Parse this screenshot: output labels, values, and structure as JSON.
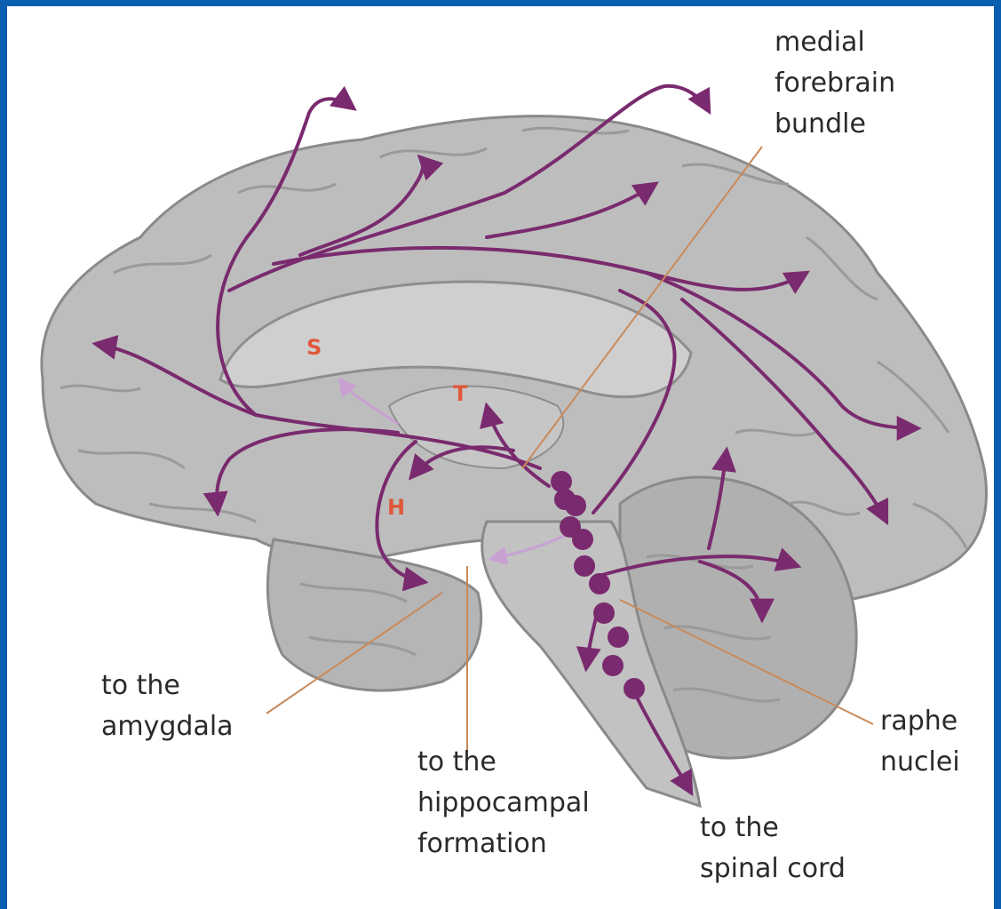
{
  "colors": {
    "frame": "#0a5fb0",
    "background": "#ffffff",
    "brain": "#bdbdbd",
    "brain_shade": "#9e9e9e",
    "pathway": "#7a2a6e",
    "pathway_light": "#c9a0d2",
    "region_letter": "#e0583a",
    "leader_line": "#c98a5a",
    "label_text": "#2a2a2a"
  },
  "labels": {
    "medial_forebrain_bundle": "medial\nforebrain\nbundle",
    "to_amygdala": "to the\namygdala",
    "to_hippocampal": "to the\nhippocampal\nformation",
    "raphe_nuclei": "raphe\nnuclei",
    "to_spinal_cord": "to the\nspinal cord"
  },
  "regions": {
    "s": "S",
    "t": "T",
    "h": "H"
  },
  "icons": [
    "brain-sagittal-section",
    "serotonin-pathway-arrows",
    "raphe-nuclei-dots"
  ]
}
